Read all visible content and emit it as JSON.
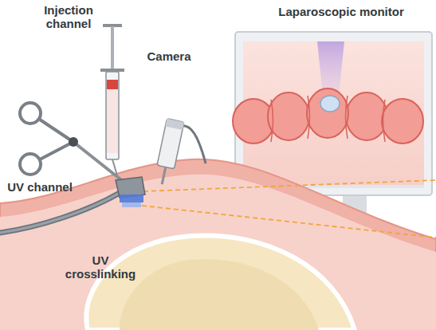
{
  "diagram": {
    "labels": [
      "Injection channel",
      "Laparoscopic monitor",
      "Camera",
      "UV channel",
      "UV crosslinking"
    ]
  }
}
